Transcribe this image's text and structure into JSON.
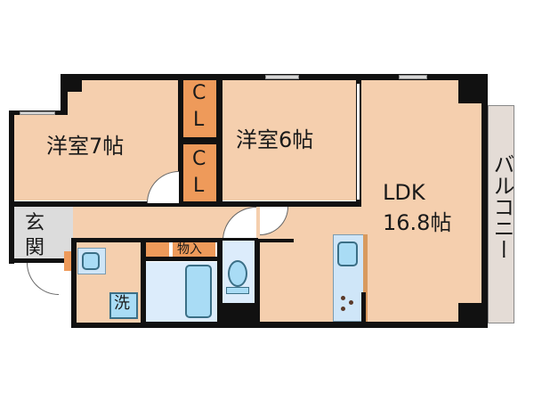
{
  "floor_plan": {
    "rooms": {
      "western_room_7": {
        "label": "洋室7帖"
      },
      "western_room_6": {
        "label": "洋室6帖"
      },
      "closet_1": {
        "line1": "C",
        "line2": "L"
      },
      "closet_2": {
        "line1": "C",
        "line2": "L"
      },
      "ldk": {
        "line1": "LDK",
        "line2": "16.8帖"
      },
      "balcony": {
        "label": "バルコニー"
      },
      "entrance": {
        "line1": "玄",
        "line2": "関"
      },
      "storage": {
        "label": "物入"
      },
      "washer": {
        "label": "洗"
      }
    },
    "colors": {
      "room_fill": "#f5cfae",
      "closet_fill": "#ee9a5a",
      "wall": "#111111",
      "entrance_fill": "#dcdcdc",
      "wet_area_fill": "#dcecfb",
      "fixture_fill": "#a9dcf5"
    }
  }
}
